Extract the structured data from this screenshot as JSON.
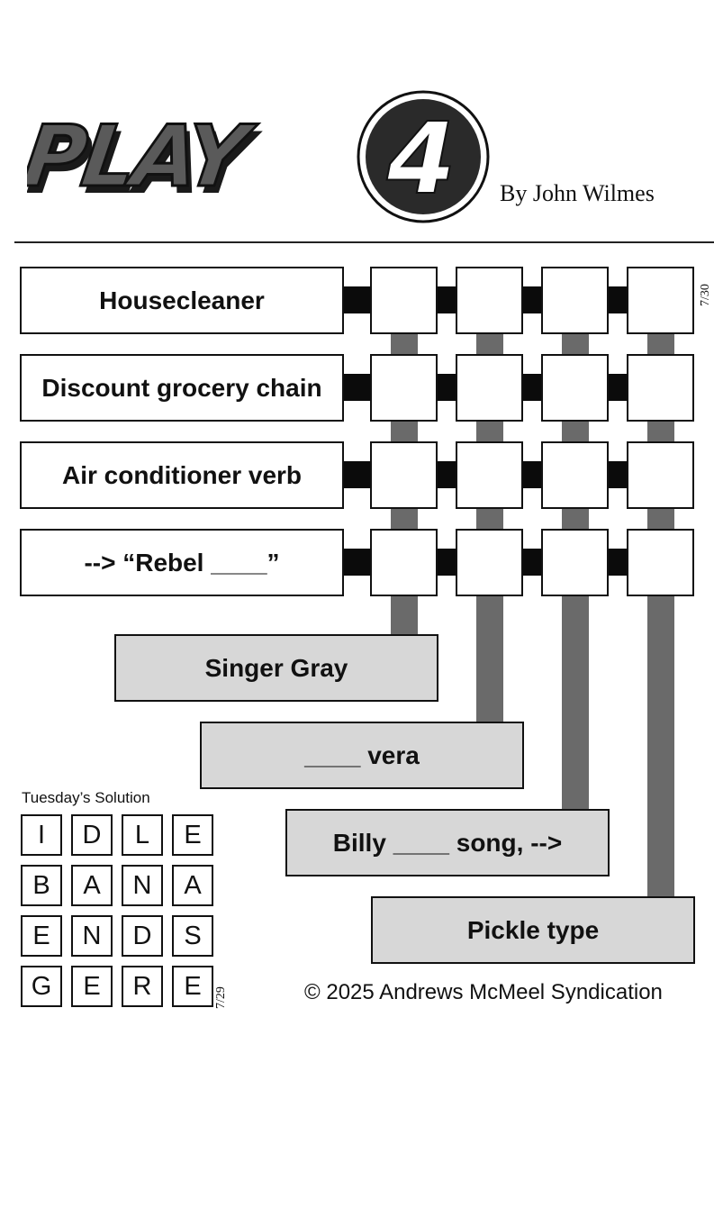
{
  "header": {
    "logo_text": "PLAY",
    "logo_badge": "4",
    "byline": "By John Wilmes"
  },
  "puzzle": {
    "date": "7/30",
    "across_clues": [
      "Housecleaner",
      "Discount grocery chain",
      "Air conditioner verb",
      "--> “Rebel ____”"
    ],
    "down_clues": [
      "Singer Gray",
      "____ vera",
      "Billy ____ song, -->",
      "Pickle type"
    ]
  },
  "solution": {
    "title": "Tuesday’s Solution",
    "date": "7/29",
    "grid": [
      [
        "I",
        "D",
        "L",
        "E"
      ],
      [
        "B",
        "A",
        "N",
        "A"
      ],
      [
        "E",
        "N",
        "D",
        "S"
      ],
      [
        "G",
        "E",
        "R",
        "E"
      ]
    ]
  },
  "footer": {
    "copyright": "© 2025 Andrews McMeel Syndication"
  }
}
